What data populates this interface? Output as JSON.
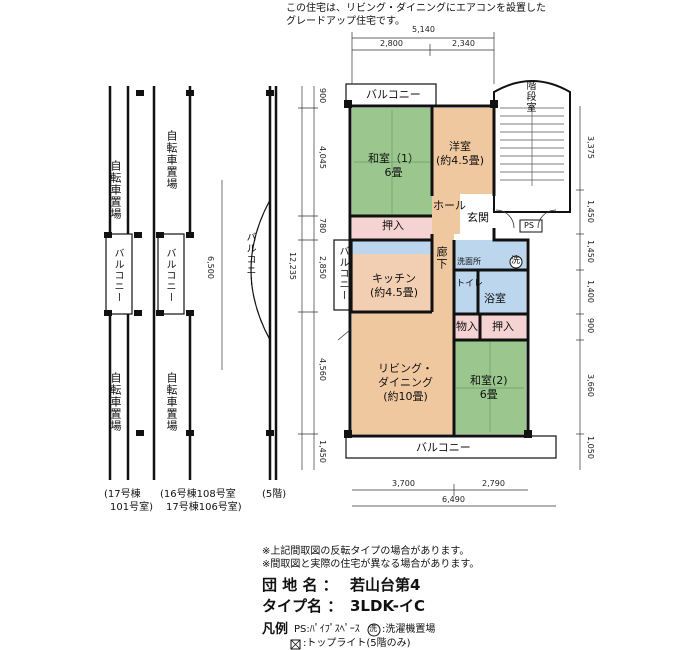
{
  "header_notes": [
    "この住宅は、リビング・ダイニングにエアコンを設置した",
    "グレードアップ住宅です。"
  ],
  "rooms": {
    "washitsu1": "和室（1）",
    "washitsu1_size": "6畳",
    "youshitsu": "洋室",
    "youshitsu_size": "(約4.5畳)",
    "hall": "ホール",
    "genkan": "玄関",
    "oshiire1": "押入",
    "kitchen": "キッチン",
    "kitchen_size": "(約4.5畳)",
    "rouka": "廊下",
    "senmenjo": "洗面所",
    "sentaku": "洗",
    "toilet": "トイレ",
    "yokushitsu": "浴室",
    "monoire": "物入",
    "oshiire2": "押入",
    "living": "リビング・",
    "living2": "ダイニング",
    "living_size": "(約10畳)",
    "washitsu2": "和室(2)",
    "washitsu2_size": "6畳",
    "kaidanshitsu": "階段室",
    "ps": "PS",
    "balcony_top": "バルコニー",
    "balcony_bottom": "バルコニー",
    "balcony_side": "バルコニー",
    "balcony_mid": "バルコニー"
  },
  "side_labels": {
    "bike1": "自転車置場",
    "bike2": "自転車置場",
    "bike3": "自転車置場",
    "bike4": "自転車置場",
    "balc1": "バルコニー",
    "balc2": "バルコニー",
    "balc3": "バルコニー",
    "cap1a": "(17号棟",
    "cap1b": "101号室)",
    "cap2a": "(16号棟108号室",
    "cap2b": "17号棟106号室)",
    "cap3": "(5階)"
  },
  "dimensions": {
    "top_total": "5,140",
    "top_left": "2,800",
    "top_right": "2,340",
    "bottom_left": "3,700",
    "bottom_right": "2,790",
    "bottom_total": "6,490",
    "left_900": "900",
    "left_4045": "4,045",
    "left_780": "780",
    "left_2850": "2,850",
    "left_4560": "4,560",
    "left_1450": "1,450",
    "left_total": "12,235",
    "side_6500": "6,500",
    "right_3375": "3,375",
    "right_1450": "1,450",
    "right_1450b": "1,450",
    "right_1400": "1,400",
    "right_900": "900",
    "right_3660": "3,660",
    "right_1050": "1,050"
  },
  "footnotes": [
    "※上記間取図の反転タイプの場合があります。",
    "※間取図と実際の住宅が異なる場合があります。"
  ],
  "info": {
    "complex_label": "団 地 名 ：",
    "complex_value": "若山台第4",
    "type_label": "タイプ名 ：",
    "type_value": "3LDK-イC",
    "legend_label": "凡例",
    "legend_ps": "PS:ﾊﾟｲﾌﾟｽﾍﾟｰｽ",
    "legend_wash_icon": "洗",
    "legend_wash": ":洗濯機置場",
    "legend_toplight": ":トップライト(5階のみ)"
  },
  "colors": {
    "tatami": "#9bc78f",
    "wood": "#f0c8a0",
    "kitchen": "#f2cfb2",
    "bath": "#bcd6ee",
    "closet": "#f6d3d3",
    "wall": "#111111"
  }
}
